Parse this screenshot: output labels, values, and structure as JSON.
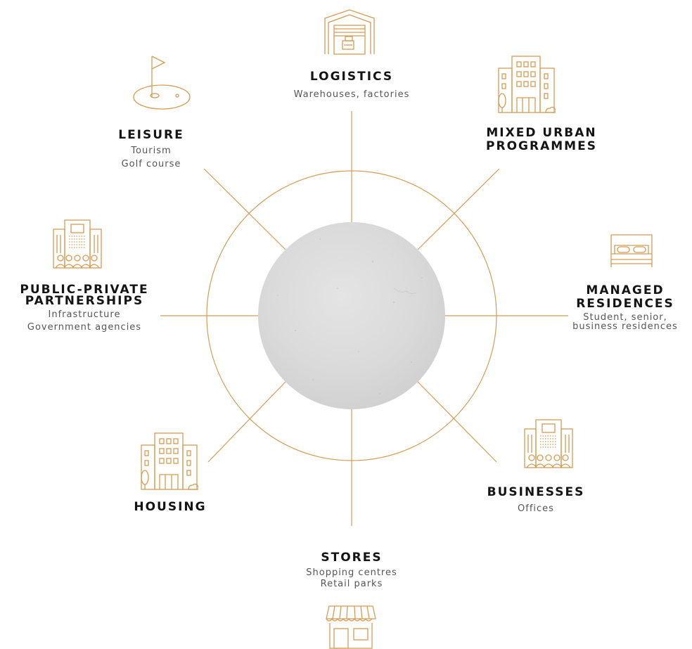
{
  "colors": {
    "accent": "#d49c55",
    "title": "#141414",
    "subtitle": "#555555",
    "center": "#d9d9d9"
  },
  "center": {
    "icon": "concrete-texture-circle"
  },
  "nodes": {
    "logistics": {
      "title": "LOGISTICS",
      "lines": [
        "Warehouses, factories"
      ],
      "icon": "warehouse-icon"
    },
    "mixed_urban": {
      "title_lines": [
        "MIXED URBAN",
        "PROGRAMMES"
      ],
      "icon": "city-buildings-icon"
    },
    "managed_residences": {
      "title_lines": [
        "MANAGED",
        "RESIDENCES"
      ],
      "lines": [
        "Student, senior,",
        "business residences"
      ],
      "icon": "bed-icon"
    },
    "businesses": {
      "title": "BUSINESSES",
      "lines": [
        "Offices"
      ],
      "icon": "office-building-icon"
    },
    "stores": {
      "title": "STORES",
      "lines": [
        "Shopping centres",
        "Retail parks"
      ],
      "icon": "storefront-icon"
    },
    "housing": {
      "title": "HOUSING",
      "icon": "apartment-buildings-icon"
    },
    "ppp": {
      "title_lines": [
        "PUBLIC-PRIVATE",
        "PARTNERSHIPS"
      ],
      "lines": [
        "Infrastructure",
        "Government agencies"
      ],
      "icon": "government-building-icon"
    },
    "leisure": {
      "title": "LEISURE",
      "lines": [
        "Tourism",
        "Golf course"
      ],
      "icon": "golf-flag-icon"
    }
  }
}
